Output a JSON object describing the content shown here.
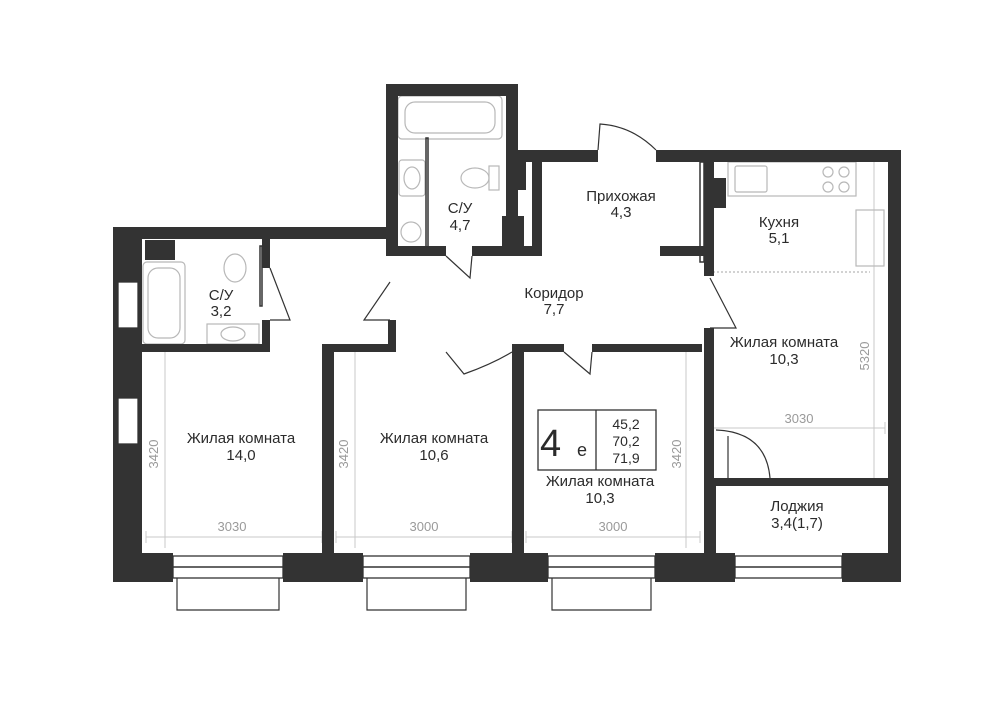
{
  "rooms": {
    "wc_left": {
      "name": "С/У",
      "area": "3,2"
    },
    "wc_top": {
      "name": "С/У",
      "area": "4,7"
    },
    "hall": {
      "name": "Прихожая",
      "area": "4,3"
    },
    "kitchen": {
      "name": "Кухня",
      "area": "5,1"
    },
    "corridor": {
      "name": "Коридор",
      "area": "7,7"
    },
    "living_right": {
      "name": "Жилая комната",
      "area": "10,3"
    },
    "living_1": {
      "name": "Жилая комната",
      "area": "14,0"
    },
    "living_2": {
      "name": "Жилая комната",
      "area": "10,6"
    },
    "living_3": {
      "name": "Жилая комната",
      "area": "10,3"
    },
    "loggia": {
      "name": "Лоджия",
      "area": "3,4(1,7)"
    }
  },
  "dimensions": {
    "d1_width": "3030",
    "d1_height": "3420",
    "d2_width": "3000",
    "d2_height": "3420",
    "d3_width": "3000",
    "d3_height": "3420",
    "right_width": "3030",
    "right_height": "5320"
  },
  "badge": {
    "type_number": "4",
    "type_letter": "е",
    "area_living": "45,2",
    "area_total": "70,2",
    "area_total_loggia": "71,9"
  },
  "colors": {
    "wall": "#333333",
    "text": "#2b2b2b",
    "dimension": "#9a9a9a"
  }
}
